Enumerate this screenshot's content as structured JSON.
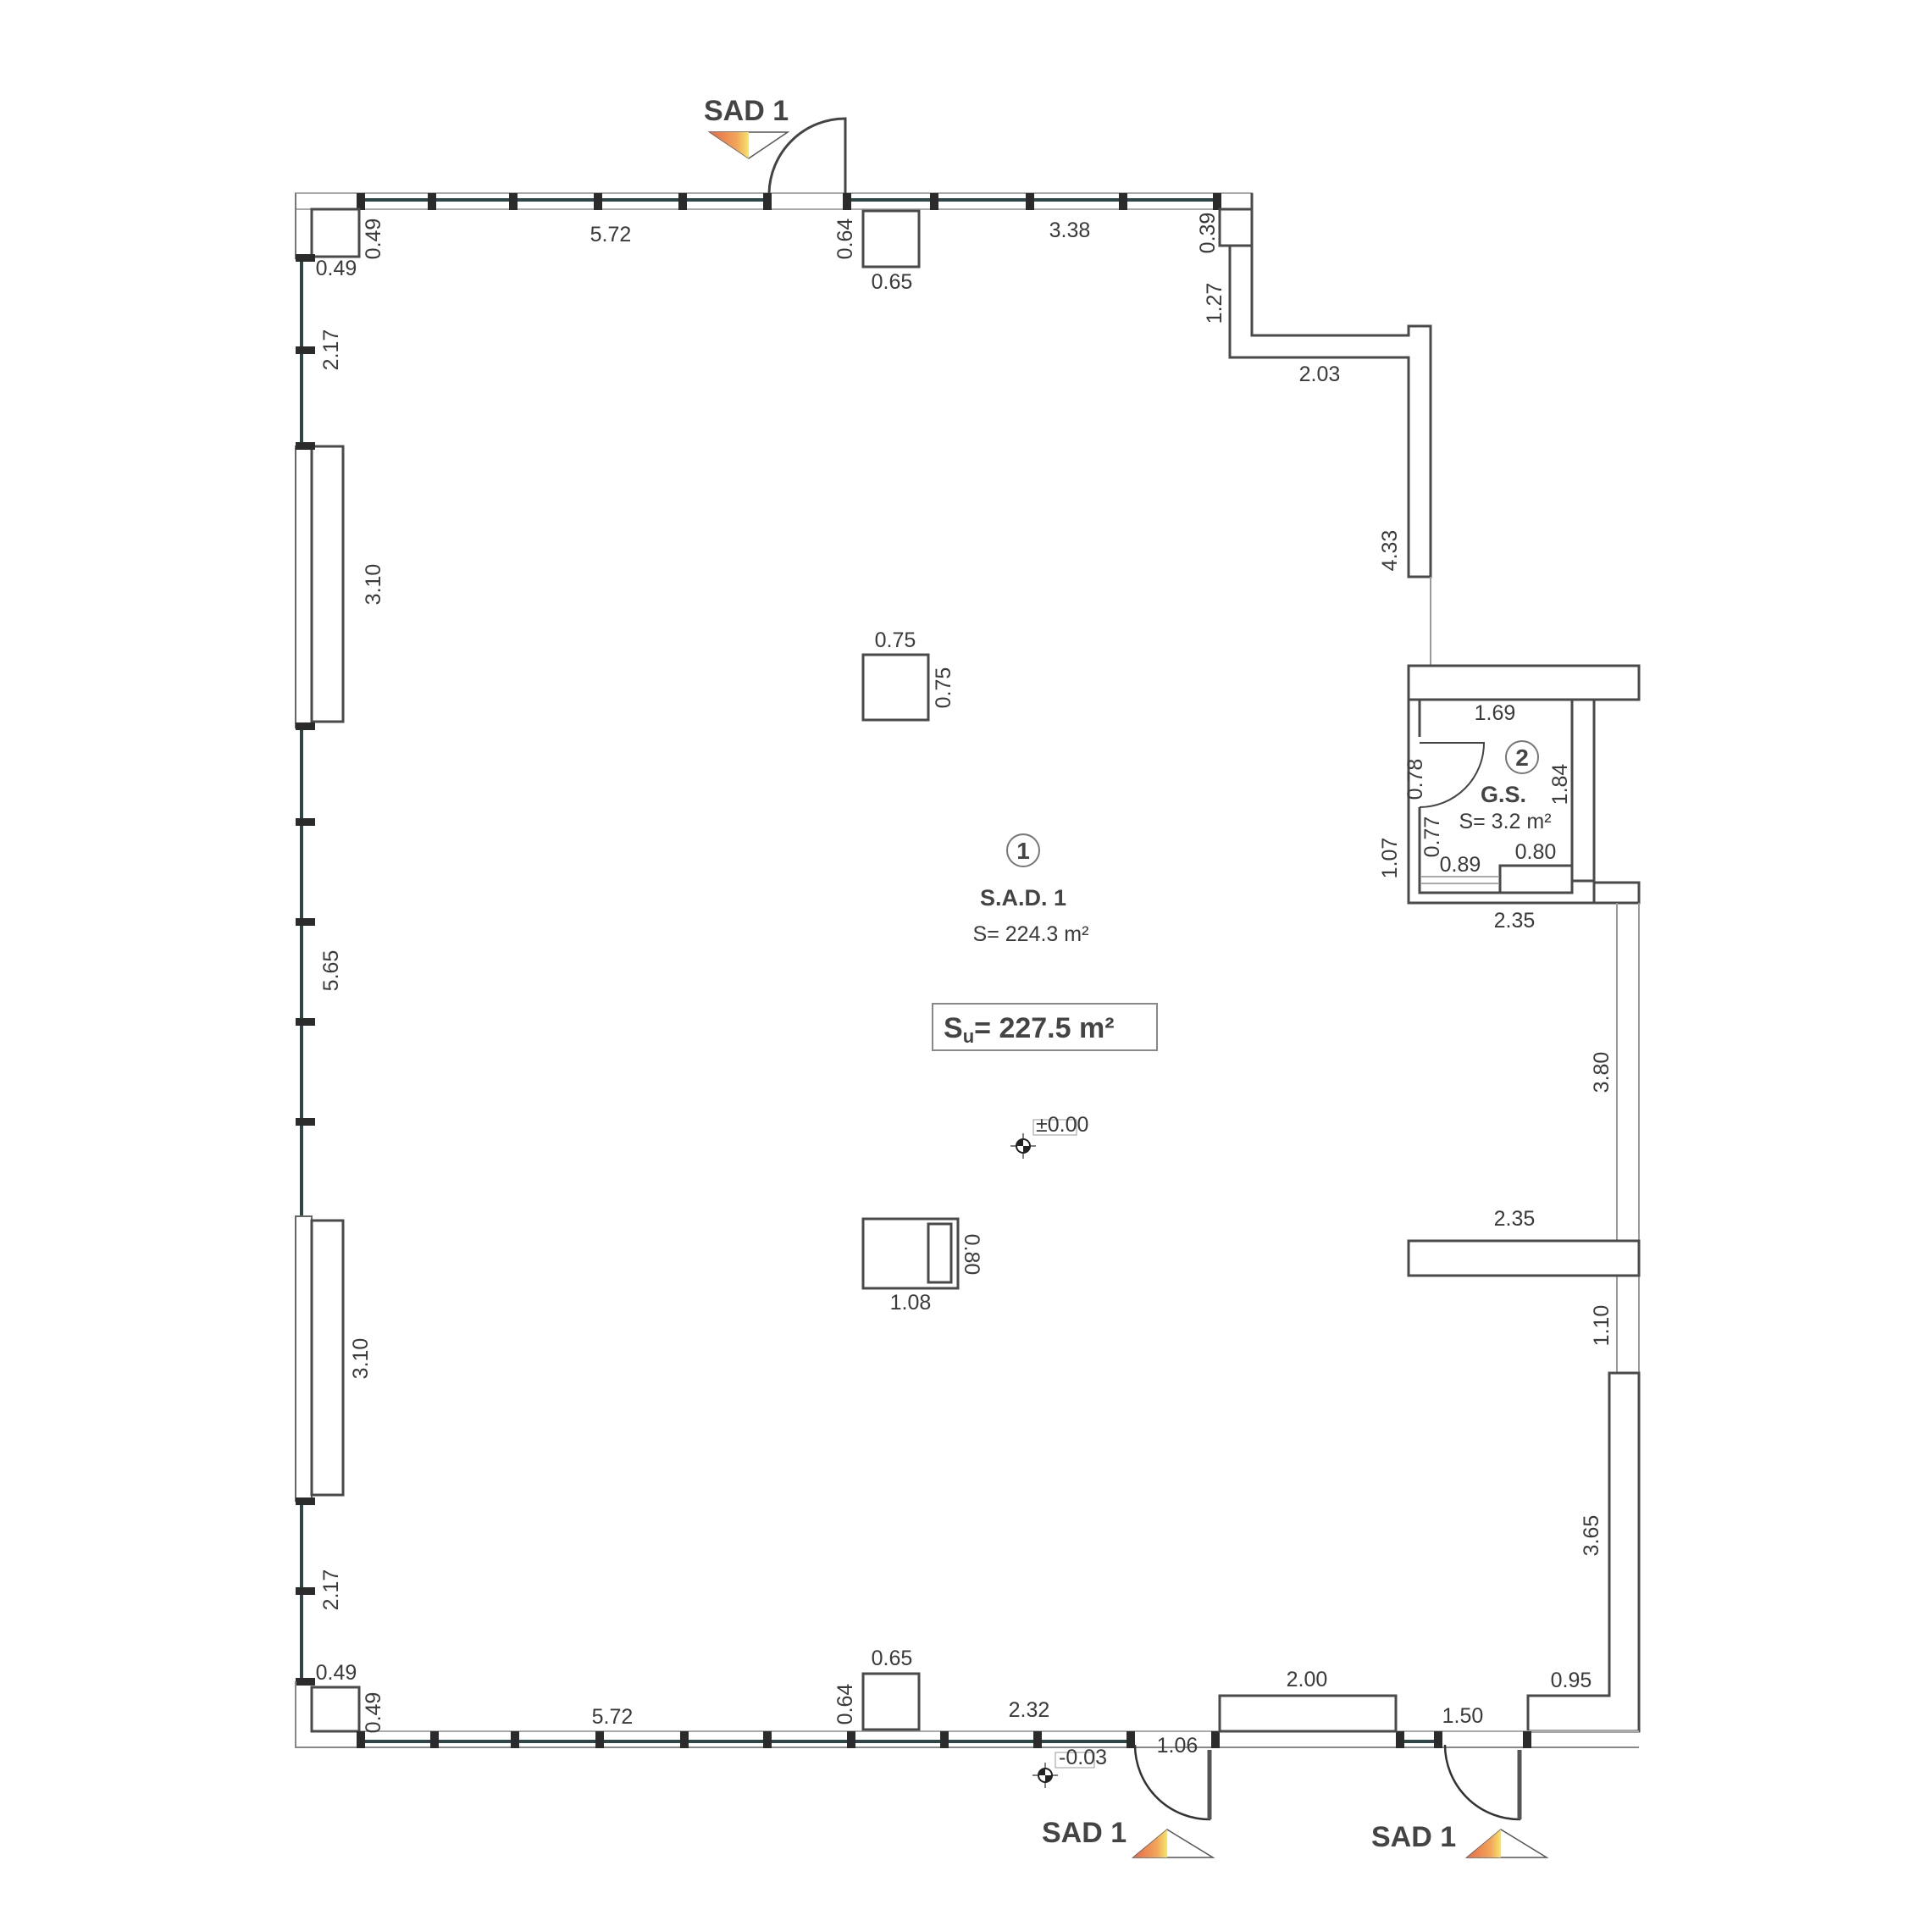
{
  "plan": {
    "rooms": [
      {
        "number": "1",
        "name": "S.A.D. 1",
        "area": "S= 224.3 m²"
      },
      {
        "number": "2",
        "name": "G.S.",
        "area": "S= 3.2 m²"
      }
    ],
    "useful_area": {
      "prefix": "S",
      "subscript": "u",
      "value": "= 227.5 m²"
    },
    "levels": {
      "floor": "±0.00",
      "entrance": "-0.03"
    },
    "door_tags": [
      "SAD 1",
      "SAD 1",
      "SAD 1"
    ],
    "colors": {
      "wall": "#4a4a4a",
      "glazing": "#2f4648",
      "tag_gradient_start": "#e8704a",
      "tag_gradient_end": "#f5e070"
    }
  },
  "dimensions": {
    "top_corner_col_v": "0.49",
    "top_corner_col_h": "0.49",
    "top_span_left": "5.72",
    "top_col_v": "0.64",
    "top_col_h": "0.65",
    "top_span_right": "3.38",
    "top_right_col": "0.39",
    "right_jog_v": "1.27",
    "right_jog_h": "2.03",
    "right_wall_upper": "4.33",
    "left_top": "2.17",
    "left_window_1": "3.10",
    "left_middle": "5.65",
    "left_window_2": "3.10",
    "left_bottom": "2.17",
    "center_col_w": "0.75",
    "center_col_h": "0.75",
    "center_col2_h": "0.80",
    "center_col2_w": "1.08",
    "gs_width": "1.69",
    "gs_door": "0.78",
    "gs_height": "1.84",
    "gs_wall_low": "0.77",
    "gs_outer_v": "1.07",
    "gs_sink": "0.89",
    "gs_wc": "0.80",
    "gs_bottom": "2.35",
    "right_glass": "3.80",
    "slab_width": "2.35",
    "right_opening": "1.10",
    "right_wall_lower": "3.65",
    "bottom_corner_v": "0.49",
    "bottom_corner_h": "0.49",
    "bottom_span_left": "5.72",
    "bottom_col_v": "0.64",
    "bottom_col_h": "0.65",
    "bottom_span_mid": "2.32",
    "door_1": "1.06",
    "bottom_block": "2.00",
    "door_2": "1.50",
    "bottom_right_step": "0.95"
  }
}
